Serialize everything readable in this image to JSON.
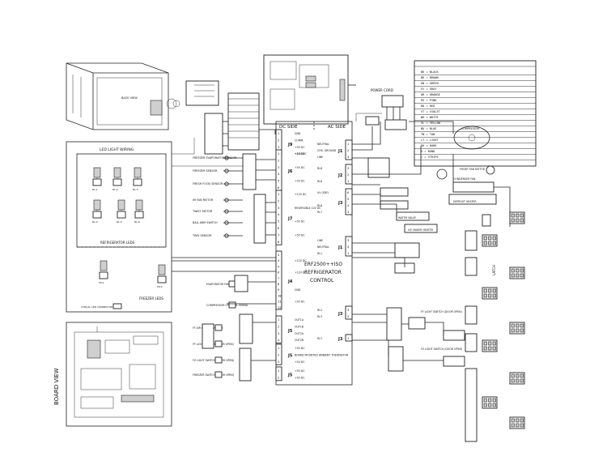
{
  "labels": {
    "dc_side": "DC SIDE",
    "ac_side": "AC SIDE",
    "control_model": "ERF2500++ISO",
    "control_line2": "REFRIGERATOR",
    "control_line3": "CONTROL",
    "led_light_wiring": "LED LIGHT WIRING",
    "refrigerator_leds": "REFRIGERATOR LEDS",
    "freezer_leds": "FREEZER LEDS",
    "board_view": "BOARD VIEW",
    "back_view": "BACK VIEW",
    "power_cord": "POWER CORD",
    "latch": "LATCH",
    "typical_led_connector": "TYPICAL LED CONNECTOR"
  },
  "dc_connectors": [
    {
      "id": "J9",
      "pins": [
        {
          "n": "1",
          "l": "GND"
        },
        {
          "n": "2",
          "l": "COMM."
        },
        {
          "n": "3",
          "l": "+5V DC"
        },
        {
          "n": "4",
          "l": "+12V DC"
        }
      ]
    },
    {
      "id": "J6",
      "pins": [
        {
          "n": "1",
          "l": "+5V DC"
        },
        {
          "n": "2",
          "l": ""
        },
        {
          "n": "3",
          "l": "+5V DC"
        },
        {
          "n": "4",
          "l": ""
        },
        {
          "n": "5",
          "l": "+5V DC"
        },
        {
          "n": "6",
          "l": ""
        }
      ]
    },
    {
      "id": "J7",
      "pins": [
        {
          "n": "1",
          "l": "+12V DC"
        },
        {
          "n": "2",
          "l": ""
        },
        {
          "n": "3",
          "l": "REVERSIBLE 12V DC"
        },
        {
          "n": "4",
          "l": ""
        },
        {
          "n": "5",
          "l": "+5V DC"
        },
        {
          "n": "6",
          "l": ""
        },
        {
          "n": "7",
          "l": "+5V DC"
        },
        {
          "n": "8",
          "l": ""
        }
      ]
    },
    {
      "id": "J4",
      "pins": [
        {
          "n": "3",
          "l": ""
        },
        {
          "n": "4",
          "l": "+12V DC"
        },
        {
          "n": "5",
          "l": ""
        },
        {
          "n": "6",
          "l": "+12V DC"
        },
        {
          "n": "7",
          "l": ""
        },
        {
          "n": "8",
          "l": ""
        },
        {
          "n": "9",
          "l": "GND"
        },
        {
          "n": "10",
          "l": ""
        },
        {
          "n": "11",
          "l": "+5V DC"
        },
        {
          "n": "12",
          "l": ""
        }
      ]
    },
    {
      "id": "J5",
      "pins": [
        {
          "n": "1",
          "l": "OUT1A"
        },
        {
          "n": "2",
          "l": "OUT1B"
        },
        {
          "n": "3",
          "l": "OUT2A"
        },
        {
          "n": "4",
          "l": "OUT2B"
        }
      ]
    },
    {
      "id": "J5b",
      "pins": [
        {
          "n": "1",
          "l": "+5V DC"
        },
        {
          "n": "2",
          "l": "BOARD MOUNTED AMBIENT THERMISTOR"
        },
        {
          "n": "3",
          "l": "+5V DC"
        }
      ]
    },
    {
      "id": "J5c",
      "pins": [
        {
          "n": "1",
          "l": "+5V DC"
        },
        {
          "n": "2",
          "l": "+5V DC"
        }
      ]
    }
  ],
  "ac_connectors": [
    {
      "id": "J1",
      "pins": [
        {
          "n": "1",
          "l": "NEUTRAL"
        },
        {
          "n": "2",
          "l": "CHS. GROUND"
        },
        {
          "n": "3",
          "l": "LINE"
        }
      ]
    },
    {
      "id": "J2",
      "pins": [
        {
          "n": "3",
          "l": "RL8"
        },
        {
          "n": "2",
          "l": ""
        },
        {
          "n": "1",
          "l": "RL6"
        }
      ]
    },
    {
      "id": "J3",
      "pins": [
        {
          "n": "6",
          "l": "UV (EDF)"
        },
        {
          "n": "5",
          "l": ""
        },
        {
          "n": "4",
          "l": "RL8"
        },
        {
          "n": "3",
          "l": "RL7"
        }
      ]
    },
    {
      "id": "J1b",
      "pins": [
        {
          "n": "3",
          "l": "LINE"
        },
        {
          "n": "4",
          "l": "NEUTRAL"
        },
        {
          "n": "1",
          "l": "RL1"
        }
      ]
    },
    {
      "id": "J3b",
      "pins": [
        {
          "n": "3",
          "l": "RL2"
        },
        {
          "n": "2",
          "l": "RL3"
        }
      ]
    },
    {
      "id": "J3c",
      "pins": [
        {
          "n": "1",
          "l": "RL1"
        }
      ]
    }
  ],
  "sensors": [
    "FREEZER EVAPORATOR SENSOR",
    "FREEZER SENSOR",
    "FRESH FOOD SENSOR",
    "IM FAN MOTOR",
    "TWIST MOTOR",
    "BAIL ARM SWITCH",
    "TRAY SENSOR"
  ],
  "left_devices": [
    "EVAPORATOR FAN",
    "COMPRESSOR CONTROL SIGNAL",
    "FF AIR DAMPER MOTOR",
    "FF LIGHT SWITCH (DOOR OPEN)",
    "FZ LIGHT SWITCH (DOOR OPEN)",
    "FREEZER SWITCH (DOOR OPEN)"
  ],
  "right_devices": [
    "COMPRESSOR",
    "FRONT FAN MOTOR",
    "CONDENSER FAN",
    "DEFROST HEATER",
    "WATER VALVE",
    "ICE MAKER HEATER",
    "FF LIGHT SWITCH (DOOR OPEN)",
    "FZ LIGHT SWITCH (DOOR OPEN)"
  ],
  "abbrev_lines": [
    "BK = BLACK",
    "BR = BROWN",
    "GN = GREEN",
    "GY = GRAY",
    "OR = ORANGE",
    "PK = PINK",
    "RD = RED",
    "VT = VIOLET",
    "WH = WHITE",
    "YL = YELLOW",
    "BU = BLUE",
    "TN = TAN",
    "LT = LIGHT",
    "DK = DARK",
    "X = BAND",
    "/ = STRIPE"
  ],
  "led_names": [
    "RL-1",
    "RL-2",
    "RL-3",
    "RL-4",
    "RL-5",
    "RL-6",
    "FZ-1",
    "FZ-2"
  ]
}
